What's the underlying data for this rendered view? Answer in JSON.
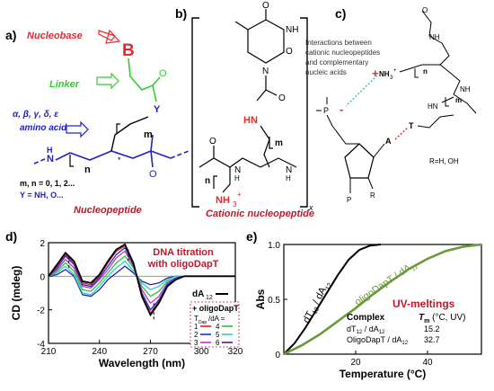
{
  "panels": {
    "a": {
      "label": "a)",
      "nucleobase": "Nucleobase",
      "linker": "Linker",
      "amino_acid_line1": "α, β, γ, δ, ε",
      "amino_acid_line2": "amino acid",
      "mn_line": "m, n = 0, 1, 2...",
      "y_line": "Y = NH, O...",
      "caption": "Nucleopeptide",
      "atom_B": "B",
      "atom_O": "O",
      "atom_Y": "Y",
      "atom_H": "H",
      "atom_N": "N",
      "sub_m": "m",
      "sub_n": "n",
      "star": "*"
    },
    "b": {
      "label": "b)",
      "caption": "Cationic nucleopeptide",
      "atom_O": "O",
      "atom_NH": "NH",
      "atom_H": "H",
      "atom_N": "N",
      "atom_HN": "HN",
      "atom_N2": "N",
      "atom_NH3": "NH",
      "atom_NH3_sub": "3",
      "atom_NH3_sup": "+",
      "sub_m": "m",
      "sub_n": "n",
      "sub_x": "x"
    },
    "c": {
      "label": "c)",
      "note_line1": "Interactions between",
      "note_line2": "cationic nucleopeptides",
      "note_line3": "and complementary",
      "note_line4": "nucleic acids",
      "atom_NH3": "NH",
      "atom_NH3_sub": "3",
      "atom_NH3_sup": "+",
      "atom_NH_top": "NH",
      "atom_NH_mid": "NH",
      "atom_HN": "HN",
      "atom_O": "O",
      "atom_P": "P",
      "atom_A": "A",
      "atom_T": "T",
      "atom_R": "R",
      "atom_Ppend": "P",
      "plus": "+",
      "minus": "-",
      "sub_n": "n",
      "sub_m": "m",
      "rh_note": "R=H, OH"
    },
    "d": {
      "label": "d)",
      "title_line1": "DNA titration",
      "title_line2": "with oligoDapT",
      "legend_dA": "dA",
      "legend_dA_sub": "12",
      "legend_plus": "+ oligoDapT",
      "legend_ratio": "T",
      "legend_ratio_sub": "Dap",
      "legend_ratio_rest": "/dA =",
      "ratios": [
        "1",
        "2",
        "3",
        "4",
        "5",
        "6"
      ]
    },
    "e": {
      "label": "e)",
      "curve1_label": "dT",
      "curve1_sub1": "12",
      "curve1_mid": " / dA",
      "curve1_sub2": "12",
      "curve2_label": "oligoDapT / dA",
      "curve2_sub": "12",
      "uv_title": "UV-meltings",
      "table_header_complex": "Complex",
      "table_header_tm": "T",
      "table_header_tm_sub": "m",
      "table_header_tm_rest": " (°C, UV)",
      "row1_name": "dT",
      "row1_sub1": "12",
      "row1_mid": " / dA",
      "row1_sub2": "12",
      "row1_val": "15.2",
      "row2_name": "OligoDapT / dA",
      "row2_sub": "12",
      "row2_val": "32.7"
    }
  },
  "chart_data": [
    {
      "type": "line",
      "title": "DNA titration with oligoDapT",
      "xlabel": "Wavelength (nm)",
      "ylabel": "CD (mdeg)",
      "xlim": [
        210,
        320
      ],
      "ylim": [
        -4,
        2
      ],
      "xticks": [
        210,
        240,
        270,
        300,
        320
      ],
      "xtick_labels": [
        "210",
        "240",
        "270",
        "300",
        "320"
      ],
      "yticks": [
        -4,
        -2,
        0,
        2
      ],
      "ytick_labels": [
        "-4",
        "-2",
        "0",
        "2"
      ],
      "series": [
        {
          "name": "dA12",
          "color": "#000000",
          "x": [
            210,
            215,
            220,
            225,
            230,
            235,
            240,
            245,
            250,
            255,
            260,
            265,
            270,
            275,
            280,
            285,
            290,
            300,
            310,
            320
          ],
          "y": [
            0,
            0.7,
            1.4,
            0.9,
            -0.3,
            -0.4,
            0.1,
            0.9,
            1.6,
            1.9,
            0.8,
            -1.2,
            -2.3,
            -1.6,
            -0.6,
            -0.2,
            0,
            0,
            0,
            0
          ]
        },
        {
          "name": "1",
          "color": "#e32020",
          "x": [
            210,
            215,
            220,
            225,
            230,
            235,
            240,
            245,
            250,
            255,
            260,
            265,
            270,
            275,
            280,
            285,
            290,
            300,
            310,
            320
          ],
          "y": [
            0,
            0.6,
            1.3,
            0.8,
            -0.4,
            -0.5,
            0.0,
            0.8,
            1.5,
            1.8,
            0.8,
            -1.1,
            -2.2,
            -1.5,
            -0.6,
            -0.2,
            0,
            0,
            0,
            0
          ]
        },
        {
          "name": "2",
          "color": "#1030e0",
          "x": [
            210,
            215,
            220,
            225,
            230,
            235,
            240,
            245,
            250,
            255,
            260,
            265,
            270,
            275,
            280,
            285,
            290,
            300,
            310,
            320
          ],
          "y": [
            0,
            0.5,
            1.2,
            0.7,
            -0.5,
            -0.6,
            -0.1,
            0.6,
            1.3,
            1.7,
            0.7,
            -1.0,
            -2.0,
            -1.4,
            -0.5,
            -0.1,
            0,
            0,
            0,
            0
          ]
        },
        {
          "name": "3",
          "color": "#c030c0",
          "x": [
            210,
            215,
            220,
            225,
            230,
            235,
            240,
            245,
            250,
            255,
            260,
            265,
            270,
            275,
            280,
            285,
            290,
            300,
            310,
            320
          ],
          "y": [
            0,
            0.4,
            1.0,
            0.5,
            -0.6,
            -0.7,
            -0.2,
            0.4,
            1.1,
            1.5,
            0.6,
            -0.8,
            -1.6,
            -1.2,
            -0.4,
            -0.1,
            0,
            0,
            0,
            0
          ]
        },
        {
          "name": "4",
          "color": "#30c030",
          "x": [
            210,
            215,
            220,
            225,
            230,
            235,
            240,
            245,
            250,
            255,
            260,
            265,
            270,
            275,
            280,
            285,
            290,
            300,
            310,
            320
          ],
          "y": [
            0,
            0.3,
            0.8,
            0.3,
            -0.8,
            -0.9,
            -0.4,
            0.2,
            0.8,
            1.2,
            0.5,
            -0.6,
            -1.2,
            -0.9,
            -0.3,
            -0.1,
            0,
            0,
            0,
            0
          ]
        },
        {
          "name": "5",
          "color": "#20d0d0",
          "x": [
            210,
            215,
            220,
            225,
            230,
            235,
            240,
            245,
            250,
            255,
            260,
            265,
            270,
            275,
            280,
            285,
            290,
            300,
            310,
            320
          ],
          "y": [
            0,
            0.2,
            0.6,
            0.1,
            -1.0,
            -1.1,
            -0.6,
            0.0,
            0.5,
            0.9,
            0.3,
            -0.4,
            -0.8,
            -0.6,
            -0.2,
            0,
            0,
            0,
            0,
            0
          ]
        },
        {
          "name": "6",
          "color": "#3020a0",
          "x": [
            210,
            215,
            220,
            225,
            230,
            235,
            240,
            245,
            250,
            255,
            260,
            265,
            270,
            275,
            280,
            285,
            290,
            300,
            310,
            320
          ],
          "y": [
            0,
            0.1,
            0.4,
            0.0,
            -1.1,
            -1.2,
            -0.8,
            -0.2,
            0.2,
            0.6,
            0.2,
            -0.3,
            -0.5,
            -0.4,
            -0.1,
            0,
            0,
            0,
            0,
            0
          ]
        }
      ]
    },
    {
      "type": "line",
      "xlabel": "Temperature (°C)",
      "ylabel": "Abs",
      "xlim": [
        0,
        55
      ],
      "ylim": [
        0,
        1.0
      ],
      "xticks": [
        20,
        40
      ],
      "xtick_labels": [
        "20",
        "40"
      ],
      "yticks": [
        0,
        0.5,
        1.0
      ],
      "ytick_labels": [
        "0",
        "0.5",
        "1.0"
      ],
      "series": [
        {
          "name": "dT12 / dA12",
          "color": "#000000",
          "x": [
            0,
            3,
            6,
            9,
            12,
            15,
            18,
            21,
            24,
            27
          ],
          "y": [
            0.0,
            0.1,
            0.24,
            0.4,
            0.56,
            0.72,
            0.86,
            0.95,
            0.99,
            1.0
          ]
        },
        {
          "name": "oligoDapT / dA12",
          "color": "#6a9a3a",
          "x": [
            0,
            5,
            10,
            15,
            20,
            25,
            30,
            35,
            40,
            45,
            50,
            55
          ],
          "y": [
            0.0,
            0.08,
            0.18,
            0.3,
            0.42,
            0.55,
            0.67,
            0.78,
            0.87,
            0.94,
            0.98,
            1.0
          ]
        }
      ]
    }
  ]
}
